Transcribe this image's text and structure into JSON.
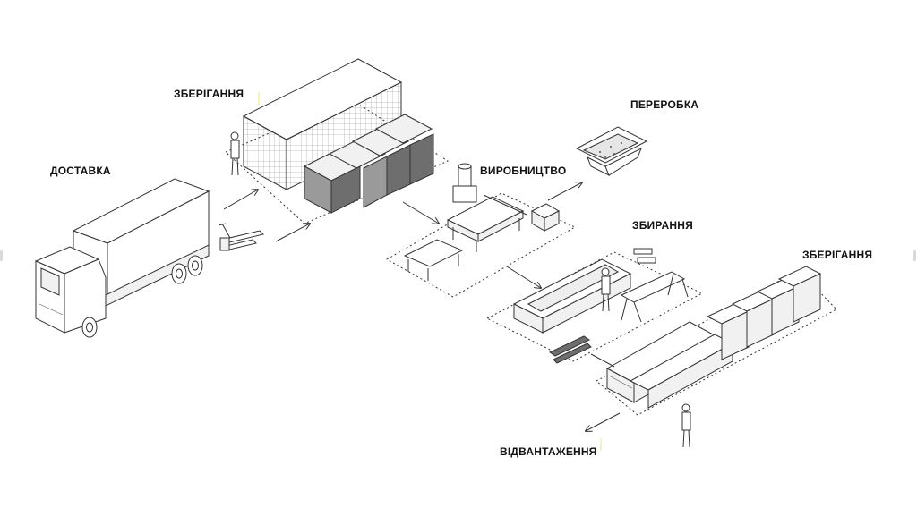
{
  "labels": {
    "delivery": "ДОСТАВКА",
    "storage_top": "ЗБЕРІГАННЯ",
    "production": "ВИРОБНИЦТВО",
    "recycling": "ПЕРЕРОБКА",
    "assembly": "ЗБИРАННЯ",
    "storage_right": "ЗБЕРІГАННЯ",
    "shipping": "ВІДВАНТАЖЕННЯ"
  }
}
